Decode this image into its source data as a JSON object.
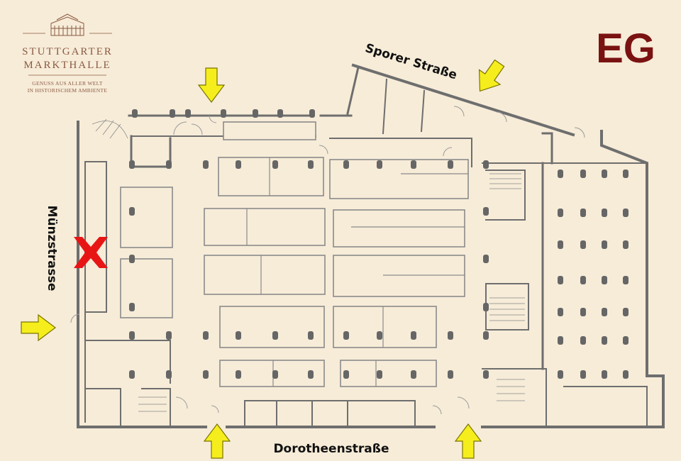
{
  "logo": {
    "line1": "STUTTGARTER",
    "line2": "MARKTHALLE",
    "tagline1": "GENUSS AUS ALLER WELT",
    "tagline2": "IN HISTORISCHEM AMBIENTE",
    "icon": "market-hall-building-icon"
  },
  "floor_label": "EG",
  "streets": {
    "north": "Sporer Straße",
    "west": "Münzstrasse",
    "south": "Dorotheenstraße"
  },
  "markers": {
    "entrance_icon": "yellow-arrow-icon",
    "location_icon": "red-x-icon",
    "entrance_color": "#f5ee1c",
    "location_color": "#e81515"
  },
  "colors": {
    "background": "#f7ecd8",
    "wall": "#6e6e6e",
    "floor_label": "#7a1212",
    "logo": "#8a5a44"
  }
}
